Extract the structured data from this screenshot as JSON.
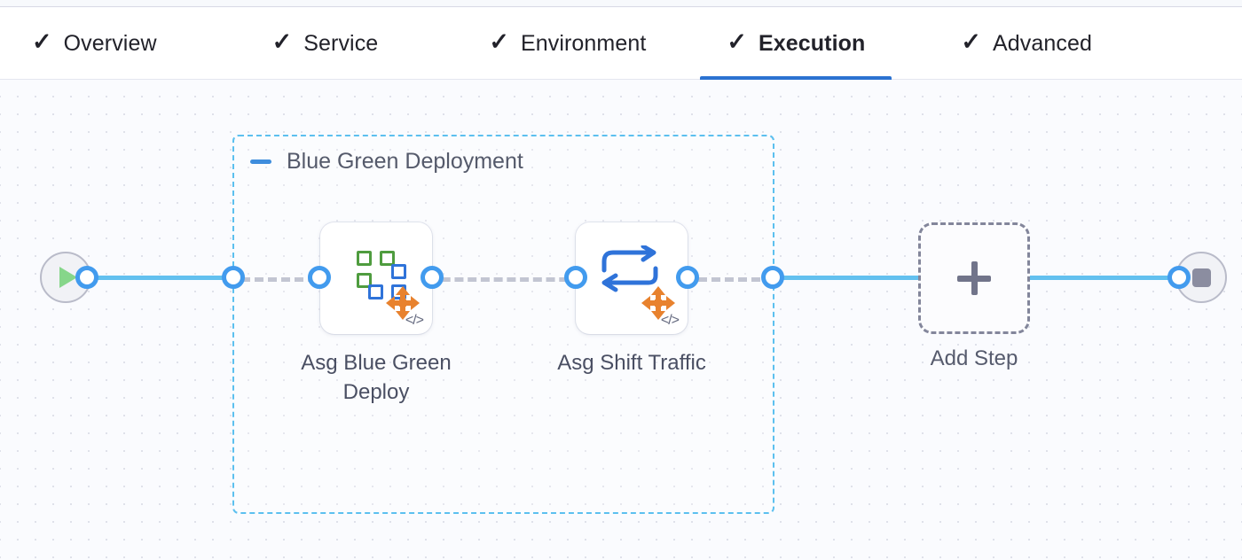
{
  "tabs": [
    {
      "label": "Overview",
      "icon": "check-icon",
      "checked": true,
      "active": false
    },
    {
      "label": "Service",
      "icon": "check-icon",
      "checked": true,
      "active": false
    },
    {
      "label": "Environment",
      "icon": "check-icon",
      "checked": true,
      "active": false
    },
    {
      "label": "Execution",
      "icon": "check-icon",
      "checked": true,
      "active": true
    },
    {
      "label": "Advanced",
      "icon": "check-icon",
      "checked": true,
      "active": false
    }
  ],
  "check_glyph": "✓",
  "pipeline": {
    "start_node": {
      "name": "start-node",
      "icon": "play-icon"
    },
    "end_node": {
      "name": "end-node",
      "icon": "stop-icon"
    },
    "group": {
      "title": "Blue Green Deployment",
      "collapse_icon": "minus-icon",
      "border_color": "#5cc0ef"
    },
    "steps": [
      {
        "label": "Asg Blue Green Deploy",
        "icon": "asg-blue-green-deploy-icon",
        "badge": "code-icon",
        "badge_glyph": "</>"
      },
      {
        "label": "Asg Shift Traffic",
        "icon": "asg-shift-traffic-icon",
        "badge": "code-icon",
        "badge_glyph": "</>"
      }
    ],
    "add_step": {
      "label": "Add Step",
      "icon": "plus-icon"
    }
  },
  "colors": {
    "accent_blue": "#2b72d1",
    "rail_blue": "#62c0ef",
    "port_blue": "#429bee",
    "group_dash": "#5cc0ef",
    "rail_dash_gray": "#c2c5d2",
    "icon_orange": "#e8822e",
    "icon_green": "#4f9c3f",
    "icon_blue": "#2f73d9",
    "play_green": "#86d68a",
    "stop_gray": "#8b8da0",
    "canvas_bg": "#fafbfe",
    "text_dark": "#22222a",
    "text_muted": "#4a4f63"
  }
}
